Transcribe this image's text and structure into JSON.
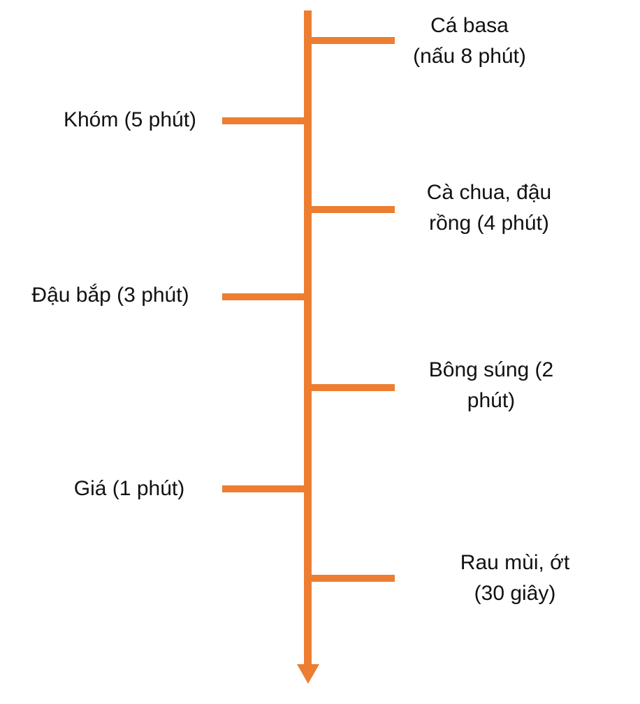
{
  "diagram": {
    "type": "vertical-timeline",
    "direction": "down",
    "description": "Cooking order timeline with ingredients added at decreasing remaining cook times",
    "steps": [
      {
        "label": "Cá basa\n(nấu 8 phút)",
        "side": "right",
        "time": "8 phút"
      },
      {
        "label": "Khóm (5 phút)",
        "side": "left",
        "time": "5 phút"
      },
      {
        "label": "Cà chua, đậu\nrồng (4 phút)",
        "side": "right",
        "time": "4 phút"
      },
      {
        "label": "Đậu bắp (3 phút)",
        "side": "left",
        "time": "3 phút"
      },
      {
        "label": "Bông súng (2\nphút)",
        "side": "right",
        "time": "2 phút"
      },
      {
        "label": "Giá (1 phút)",
        "side": "left",
        "time": "1 phút"
      },
      {
        "label": "Rau mùi, ớt (30 giây)",
        "side": "right",
        "time": "30 giây"
      }
    ]
  },
  "colors": {
    "accent": "#ED7D31",
    "text": "#111111",
    "background": "#FFFFFF"
  }
}
